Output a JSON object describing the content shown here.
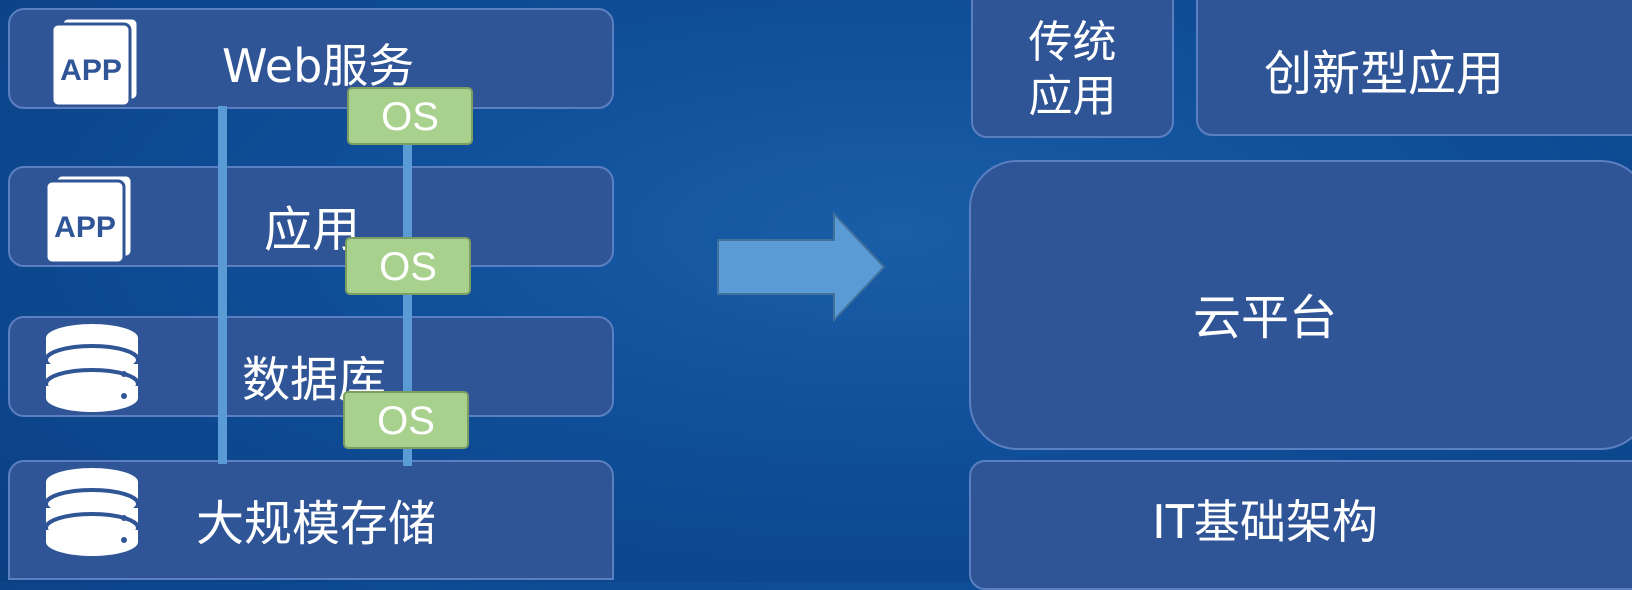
{
  "left_stack": {
    "rows": [
      {
        "label": "Web服务",
        "icon": "app-icon",
        "icon_text": "APP"
      },
      {
        "label": "应用",
        "icon": "app-icon",
        "icon_text": "APP"
      },
      {
        "label": "数据库",
        "icon": "database-icon"
      },
      {
        "label": "大规模存储",
        "icon": "database-icon"
      }
    ],
    "os_badges": [
      "OS",
      "OS",
      "OS"
    ]
  },
  "arrow": {
    "icon": "right-arrow-icon",
    "color": "#5b9bd5"
  },
  "right_stack": {
    "traditional_app_line1": "传统",
    "traditional_app_line2": "应用",
    "innovative_app": "创新型应用",
    "cloud_platform": "云平台",
    "it_infrastructure": "IT基础架构"
  },
  "colors": {
    "background": "#0f4e98",
    "box_fill": "#2f5597",
    "box_border": "#5b7fc0",
    "os_fill": "#a9d18e",
    "connector": "#5b9bd5"
  }
}
